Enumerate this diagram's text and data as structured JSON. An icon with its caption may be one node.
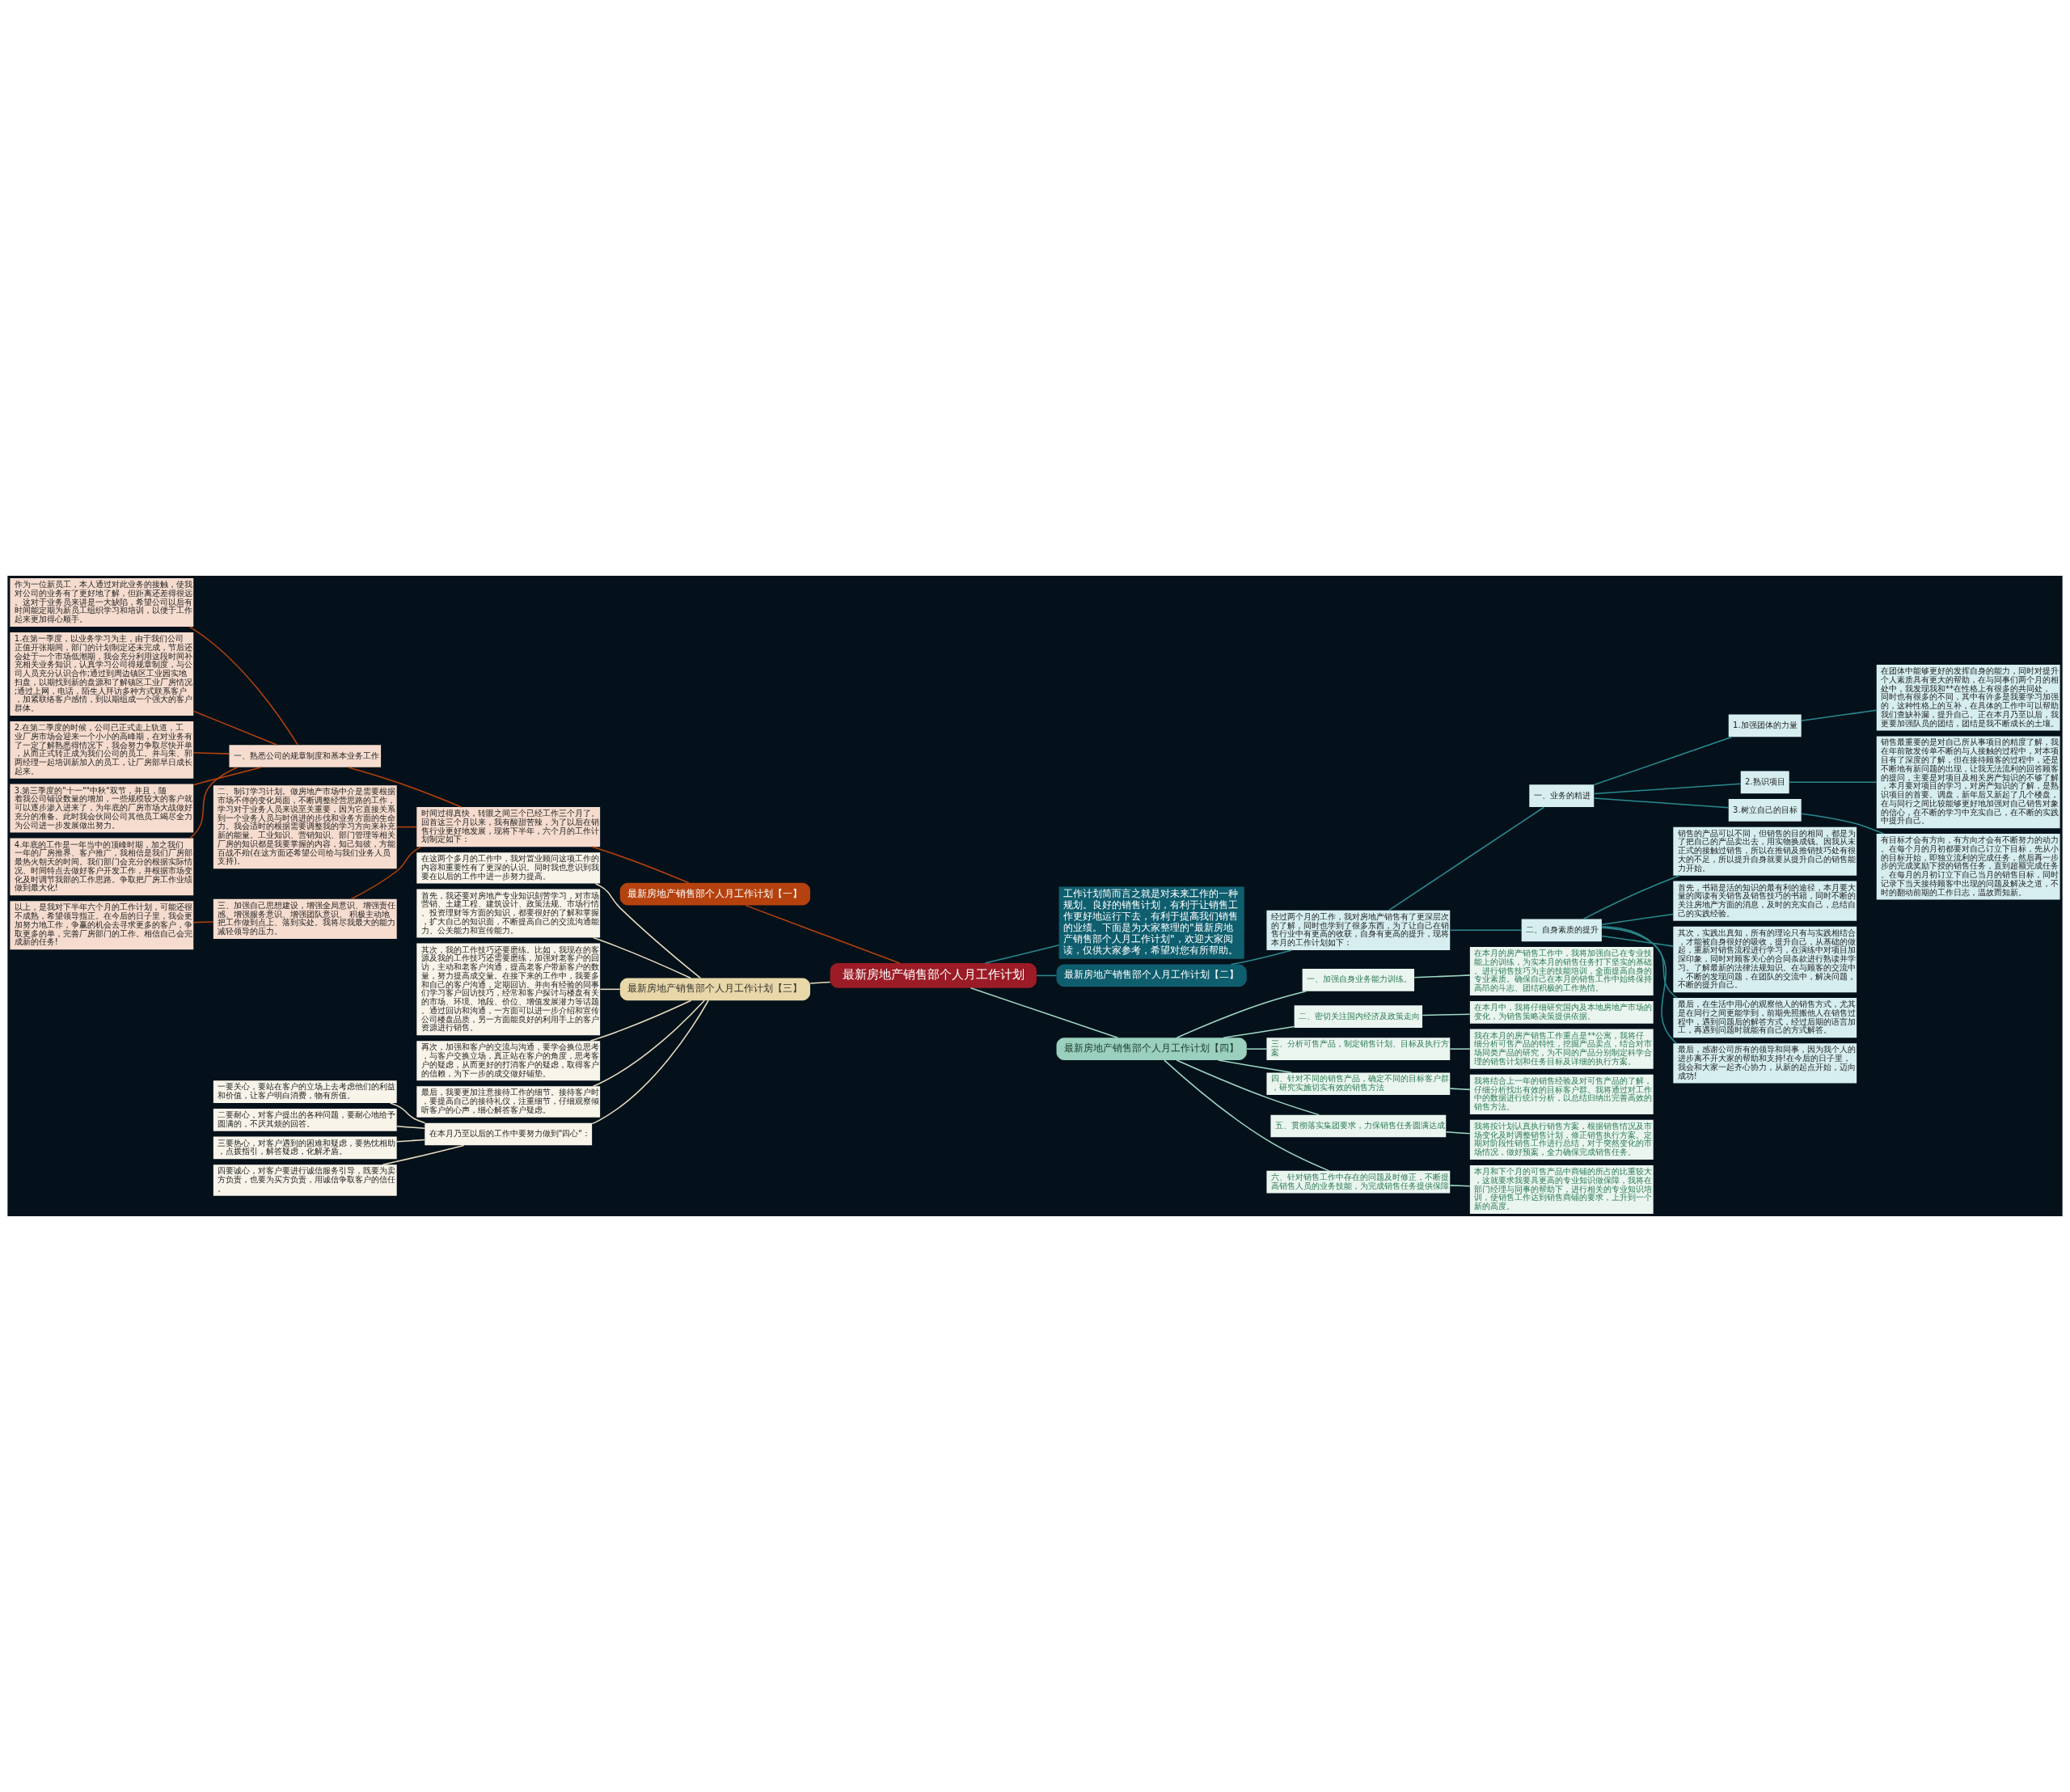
{
  "diagram": {
    "nodes": [
      {
        "text": [
          "最新房地产销售部个人月工作计划"
        ]
      },
      {
        "text": [
          "工作计划简而言之就是对未来工作的一种规划。良好的销售计划，有利于让销售工作更好地运行下去，有利于提高我们销售的业绩。下面是为大家整理的\"最新房地产销售部个人月工作计划\"，欢迎大家阅读，仅供大家参考，希望对您有所帮助。"
        ]
      },
      {
        "text": [
          "最新房地产销售部个人月工作计划【一】"
        ]
      },
      {
        "text": [
          "时间过得真快，转眼之间三个已经工作三个月了。回首这三个月以来，我有酸甜苦辣，为了以后在销售行业更好地发展，现将下半年，六个月的工作计划制定如下："
        ]
      },
      {
        "text": [
          "一、熟悉公司的规章制度和基本业务工作"
        ]
      },
      {
        "text": [
          "作为一位新员工，本人通过对此业务的接触，使我对公司的业务有了更好地了解，但距离还差得很远。这对于业务员来讲是一大缺陷，希望公司以后有时间能定期为新员工组织学习和培训，以便于工作起来更加得心顺手。"
        ]
      },
      {
        "text": [
          "1.在第一季度，以业务学习为主，由于我们公司正值开张期间，部门的计划制定还未完成，节后还会处于一个市场低潮期，我会充分利用这段时间补充相关业务知识，认真学习公司得规章制度，与公司人员充分认识合作;通过到周边镇区工业园实地扫盘，以期找到新的盘源和了解镇区工业厂房情况;通过上网，电话，陌生人拜访多种方式联系客户，加紧联络客户感情，到以期组成一个强大的客户群体。"
        ]
      },
      {
        "text": [
          "2.在第二季度的时候，公司已正式走上轨道，工业厂房市场会迎来一个小小的高峰期，在对业务有了一定了解熟悉得情况下，我会努力争取尽快开单，从而正式转正成为我们公司的员工。并与朱、郭两经理一起培训新加入的员工，让厂房部早日成长起来。"
        ]
      },
      {
        "text": [
          "3.第三季度的\"十一\"\"中秋\"双节，并且，随着我公司铺设数量的增加，一些规模较大的客户就可以逐步渗入进来了，为年底的厂房市场大战做好充分的准备。此时我会伙同公司其他员工竭尽全力为公司进一步发展做出努力。"
        ]
      },
      {
        "text": [
          "4.年底的工作是一年当中的顶峰时期，加之我们一年的厂房推界、客户推广，我相信是我们厂房部最热火朝天的时间。我们部门会充分的根据实际情况、时间特点去做好客户开发工作，并根据市场变化及时调节我部的工作思路。争取把厂房工作业绩做到最大化!"
        ]
      },
      {
        "text": [
          "二、制订学习计划。做房地产市场中介是需要根据市场不停的变化局面，不断调整经营思路的工作，学习对于业务人员来说至关重要，因为它直接关系到一个业务人员与时俱进的步伐和业务方面的生命力。我会适时的根据需要调整我的学习方向来补充新的能量。工业知识、营销知识、部门管理等相关厂房的知识都是我要掌握的内容，知己知彼，方能百战不殆(在这方面还希望公司给与我们业务人员支持)。"
        ]
      },
      {
        "text": [
          "三、加强自己思想建设，增强全局意识、增强责任感、增强服务意识、增强团队意识。 积极主动地把工作做到点上、落到实处。我将尽我最大的能力减轻领导的压力。"
        ]
      },
      {
        "text": [
          "以上，是我对下半年六个月的工作计划，可能还很不成熟，希望领导指正。在今后的日子里，我会更加努力地工作，争赢的机会去寻求更多的客户，争取更多的单，完善厂房部门的工作。相信自己会完成新的任务!"
        ]
      },
      {
        "text": [
          "最新房地产销售部个人月工作计划【二】"
        ]
      },
      {
        "text": [
          "经过两个月的工作，我对房地产销售有了更深层次的了解，同时也学到了很多东西，为了让自己在销售行业中有更高的收获，自身有更高的提升，现将本月的工作计划如下："
        ]
      },
      {
        "text": [
          "一、业务的精进"
        ]
      },
      {
        "text": [
          "1.加强团体的力量"
        ]
      },
      {
        "text": [
          "在团体中能够更好的发挥自身的能力，同时对提升个人素质具有更大的帮助，在与同事们两个月的相处中，我发现我和**在性格上有很多的共同处，同时也有很多的不同，其中有许多是我要学习加强的，这种性格上的互补，在具体的工作中可以帮助我们查缺补漏，提升自己。正在本月乃至以后，我更要加强队员的团结，团结是我不断成长的土壤。"
        ]
      },
      {
        "text": [
          "2.熟识项目"
        ]
      },
      {
        "text": [
          "销售最重要的是对自己所从事项目的精度了解，我在年前散发传单不断的与人接触的过程中，对本项目有了深度的了解，但在接待顾客的过程中，还是不断地有新问题的出现，让我无法流利的回答顾客的提问，主要是对项目及相关房产知识的不够了解，本月要对项目的学习，对房产知识的了解，是熟识项目的首要。调盘，新年后又新起了几个楼盘，在与同行之间比较能够更好地加强对自己销售对象的信心，在不断的学习中充实自己，在不断的实践中提升自己。"
        ]
      },
      {
        "text": [
          "3.树立自己的目标"
        ]
      },
      {
        "text": [
          "有目标才会有方向，有方向才会有不断努力的动力。在每个月的月初都要对自己订立下目标，先从小的目标开始，即独立流利的完成任务，然后再一步步的完成奖励下授的销售任务，直到超额完成任务。在每月的月初订立下自己当月的销售目标，同时记录下当天接待顾客中出现的问题及解决之道，不时的翻动前期的工作日志，温故而知新。"
        ]
      },
      {
        "text": [
          "二、自身素质的提升"
        ]
      },
      {
        "text": [
          "销售的产品可以不同，但销售的目的相同，都是为了把自己的产品卖出去，用实物换成钱。因我从未正式的接触过销售，所以在推销及推销技巧处有很大的不足，所以提升自身就要从提升自己的销售能力开始。"
        ]
      },
      {
        "text": [
          "首先，书籍是活的知识的最有利的途径，本月要大量的阅读有关销售及销售技巧的书籍，同时不断的关注房地产方面的消息，及时的充实自己，总结自己的实践经验。"
        ]
      },
      {
        "text": [
          "其次，实践出真知，所有的理论只有与实践相结合，才能被自身很好的吸收，提升自己，从基础的做起，重新对销售流程进行学习，在演练中对项目加深印象，同时对顾客关心的合同条款进行熟读并学习。了解最新的法律法规知识。在与顾客的交流中，不断的发现问题，在团队的交流中，解决问题，不断的提升自己。"
        ]
      },
      {
        "text": [
          "最后，在生活中用心的观察他人的销售方式，尤其是在同行之间更能学到，前期先照搬他人在销售过程中，遇到问题后的解答方式，经过后期的语言加工，再遇到问题时就能有自己的方式解答。"
        ]
      },
      {
        "text": [
          "最后，感谢公司所有的领导和同事，因为我个人的进步离不开大家的帮助和支持!在今后的日子里，我会和大家一起齐心协力，从新的起点开始，迈向成功!"
        ]
      },
      {
        "text": [
          "最新房地产销售部个人月工作计划【三】"
        ]
      },
      {
        "text": [
          "在这两个多月的工作中，我对置业顾问这项工作的内容和重要性有了更深的认识。同时我也意识到我要在以后的工作中进一步努力提高。"
        ]
      },
      {
        "text": [
          "首先，我还要对房地产专业知识刻苦学习，对市场营销、土建工程、建筑设计、政策法规、市场行情、投资理财等方面的知识，都要很好的了解和掌握，扩大自己的知识面，不断提高自己的交流沟通能力、公关能力和宣传能力。"
        ]
      },
      {
        "text": [
          "其次，我的工作技巧还要磨练。比如，我现在的客源及我的工作技巧还需要磨练，加强对老客户的回访，主动和老客户沟通，提高老客户带新客户的数量，努力提高成交量。在接下来的工作中，我要多和自己的客户沟通，定期回访。并向有经验的同事们学习客户回访技巧，经常和客户探讨与楼盘有关的市场、环境、地段、价位、增值发展潜力等话题。通过回访和沟通，一方面可以进一步介绍和宣传公司楼盘品质，另一方面能良好的利用手上的客户资源进行销售。"
        ]
      },
      {
        "text": [
          "再次，加强和客户的交流与沟通，要学会换位思考，与客户交换立场，真正站在客户的角度，思考客户的疑虑，从而更好的打消客户的疑虑，取得客户的信赖，为下一步的成交做好铺垫。"
        ]
      },
      {
        "text": [
          "最后，我要更加注意接待工作的细节。接待客户时，要提高自己的接待礼仪，注重细节，仔细观察倾听客户的心声，细心解答客户疑虑。"
        ]
      },
      {
        "text": [
          "在本月乃至以后的工作中要努力做到\"四心\"："
        ]
      },
      {
        "text": [
          "一要关心，要站在客户的立场上去考虑他们的利益和价值，让客户明白消费，物有所值。"
        ]
      },
      {
        "text": [
          "二要耐心，对客户提出的各种问题，要耐心地给予圆满的，不厌其烦的回答。"
        ]
      },
      {
        "text": [
          "三要热心，对客户遇到的困难和疑虑，要热忱相助，点拨指引，解答疑虑，化解矛盾。"
        ]
      },
      {
        "text": [
          "四要诚心，对客户要进行诚信服务引导，既要为卖方负责，也要为买方负责，用诚信争取客户的信任。"
        ]
      },
      {
        "text": [
          "最新房地产销售部个人月工作计划【四】"
        ]
      },
      {
        "text": [
          "一、加强自身业务能力训练。"
        ]
      },
      {
        "text": [
          "在本月的房产销售工作中，我将加强自己在专业技能上的训练，为实本月的销售任务打下坚实的基础。进行销售技巧为主的技能培训，全面提高自身的专业素质。确保自己在本月的销售工作中始终保持高昂的斗志、团结积极的工作热情。"
        ]
      },
      {
        "text": [
          "二、密切关注国内经济及政策走向"
        ]
      },
      {
        "text": [
          "在本月中，我将仔细研究国内及本地房地产市场的变化，为销售策略决策提供依据。"
        ]
      },
      {
        "text": [
          "三、分析可售产品，制定销售计划、目标及执行方案"
        ]
      },
      {
        "text": [
          "我在本月的房产销售工作重点是**公寓，我将仔细分析可售产品的特性，挖掘产品卖点，结合对市场同类产品的研究，为不同的产品分别制定科学合理的销售计划和任务目标及详细的执行方案。"
        ]
      },
      {
        "text": [
          "四、针对不同的销售产品，确定不同的目标客户群，研究实施切实有效的销售方法"
        ]
      },
      {
        "text": [
          "我将结合上一年的销售经验及对可售产品的了解，仔细分析找出有效的目标客户群。我将通过对工作中的数据进行统计分析，以总结归纳出完善高效的销售方法。"
        ]
      },
      {
        "text": [
          "五、贯彻落实集团要求，力保销售任务圆满达成"
        ]
      },
      {
        "text": [
          "我将按计划认真执行销售方案，根据销售情况及市场变化及时调整销售计划，修正销售执行方案。定期对阶段性销售工作进行总结，对于突然变化的市场情况，做好预案，全力确保完成销售任务。"
        ]
      },
      {
        "text": [
          "六、针对销售工作中存在的问题及时修正，不断提高销售人员的业务技能，为完成销售任务提供保障"
        ]
      },
      {
        "text": [
          "本月和下个月的可售产品中商铺的所占的比重较大，这就要求我要具更高的专业知识做保障，我将在部门经理与同事的帮助下，进行相关的专业知识培训，使销售工作达到销售商铺的要求，上升到一个新的高度。"
        ]
      }
    ],
    "edges": [
      {
        "from": 0,
        "to": 1,
        "arrow": "none"
      },
      {
        "from": 0,
        "to": 2,
        "arrow": "none",
        "color": "#b5420e"
      },
      {
        "from": 2,
        "to": 3,
        "arrow": "none",
        "color": "#b5420e"
      },
      {
        "from": 3,
        "to": 4,
        "arrow": "none",
        "color": "#b5420e"
      },
      {
        "from": 4,
        "to": 5,
        "arrow": "none",
        "color": "#b5420e"
      },
      {
        "from": 4,
        "to": 6,
        "arrow": "none",
        "color": "#b5420e"
      },
      {
        "from": 4,
        "to": 7,
        "arrow": "none",
        "color": "#b5420e"
      },
      {
        "from": 4,
        "to": 8,
        "arrow": "none",
        "color": "#b5420e"
      },
      {
        "from": 4,
        "to": 9,
        "arrow": "none",
        "color": "#b5420e"
      },
      {
        "from": 3,
        "to": 10,
        "arrow": "none",
        "color": "#b5420e"
      },
      {
        "from": 3,
        "to": 11,
        "arrow": "none",
        "color": "#b5420e"
      },
      {
        "from": 11,
        "to": 12,
        "arrow": "none",
        "color": "#b5420e"
      },
      {
        "from": 0,
        "to": 13,
        "arrow": "none"
      },
      {
        "from": 13,
        "to": 14,
        "arrow": "none"
      },
      {
        "from": 14,
        "to": 15,
        "arrow": "none"
      },
      {
        "from": 15,
        "to": 16,
        "arrow": "none"
      },
      {
        "from": 16,
        "to": 17,
        "arrow": "none"
      },
      {
        "from": 15,
        "to": 18,
        "arrow": "none"
      },
      {
        "from": 18,
        "to": 19,
        "arrow": "none"
      },
      {
        "from": 15,
        "to": 20,
        "arrow": "none"
      },
      {
        "from": 20,
        "to": 21,
        "arrow": "none"
      },
      {
        "from": 14,
        "to": 22,
        "arrow": "none"
      },
      {
        "from": 22,
        "to": 23,
        "arrow": "none"
      },
      {
        "from": 22,
        "to": 24,
        "arrow": "none"
      },
      {
        "from": 22,
        "to": 25,
        "arrow": "none"
      },
      {
        "from": 22,
        "to": 26,
        "arrow": "none"
      },
      {
        "from": 22,
        "to": 27,
        "arrow": "none"
      },
      {
        "from": 0,
        "to": 28,
        "arrow": "none",
        "color": "#e8dcc0"
      },
      {
        "from": 28,
        "to": 29,
        "arrow": "none",
        "color": "#e8dcc0"
      },
      {
        "from": 28,
        "to": 30,
        "arrow": "none",
        "color": "#e8dcc0"
      },
      {
        "from": 28,
        "to": 31,
        "arrow": "none",
        "color": "#e8dcc0"
      },
      {
        "from": 28,
        "to": 32,
        "arrow": "none",
        "color": "#e8dcc0"
      },
      {
        "from": 28,
        "to": 33,
        "arrow": "none",
        "color": "#e8dcc0"
      },
      {
        "from": 28,
        "to": 34,
        "arrow": "none",
        "color": "#e8dcc0"
      },
      {
        "from": 34,
        "to": 35,
        "arrow": "none",
        "color": "#e8dcc0"
      },
      {
        "from": 34,
        "to": 36,
        "arrow": "none",
        "color": "#e8dcc0"
      },
      {
        "from": 34,
        "to": 37,
        "arrow": "none",
        "color": "#e8dcc0"
      },
      {
        "from": 34,
        "to": 38,
        "arrow": "none",
        "color": "#e8dcc0"
      },
      {
        "from": 0,
        "to": 39,
        "arrow": "none",
        "color": "#9fd8c4"
      },
      {
        "from": 39,
        "to": 40,
        "arrow": "none",
        "color": "#9fd8c4"
      },
      {
        "from": 40,
        "to": 41,
        "arrow": "none",
        "color": "#9fd8c4"
      },
      {
        "from": 39,
        "to": 42,
        "arrow": "none",
        "color": "#9fd8c4"
      },
      {
        "from": 42,
        "to": 43,
        "arrow": "none",
        "color": "#9fd8c4"
      },
      {
        "from": 39,
        "to": 44,
        "arrow": "none",
        "color": "#9fd8c4"
      },
      {
        "from": 44,
        "to": 45,
        "arrow": "none",
        "color": "#9fd8c4"
      },
      {
        "from": 39,
        "to": 46,
        "arrow": "none",
        "color": "#9fd8c4"
      },
      {
        "from": 46,
        "to": 47,
        "arrow": "none",
        "color": "#9fd8c4"
      },
      {
        "from": 39,
        "to": 48,
        "arrow": "none",
        "color": "#9fd8c4"
      },
      {
        "from": 48,
        "to": 49,
        "arrow": "none",
        "color": "#9fd8c4"
      },
      {
        "from": 39,
        "to": 50,
        "arrow": "none",
        "color": "#9fd8c4"
      },
      {
        "from": 50,
        "to": 51,
        "arrow": "none",
        "color": "#9fd8c4"
      }
    ]
  }
}
